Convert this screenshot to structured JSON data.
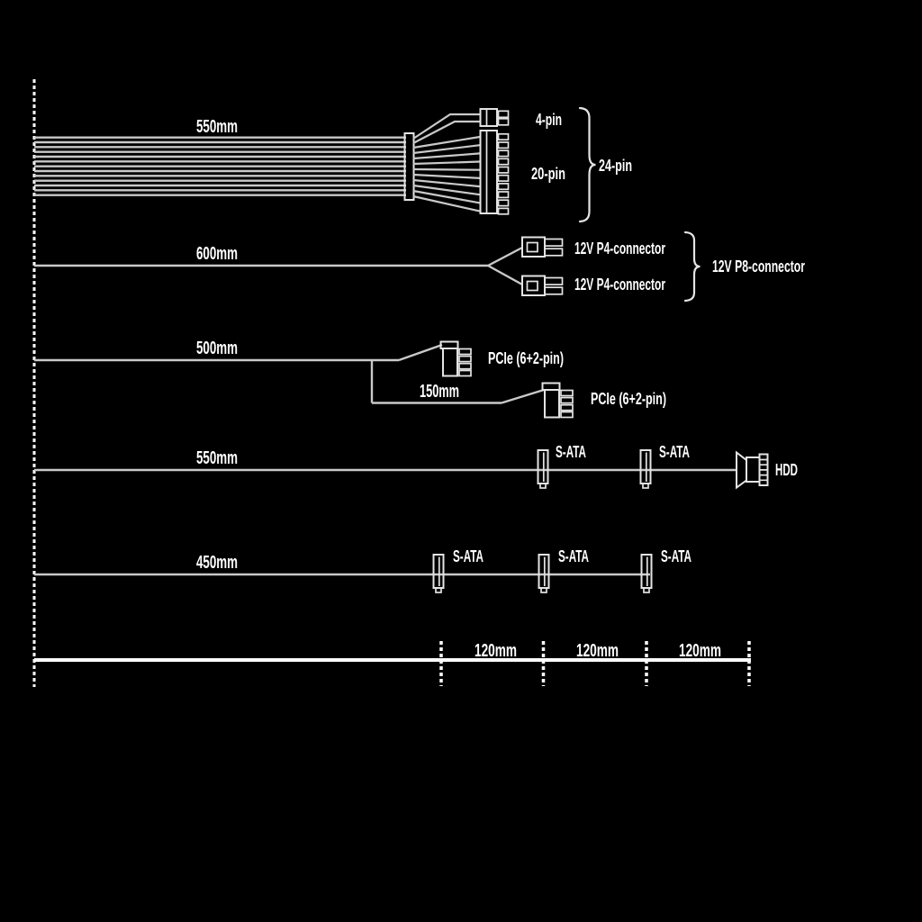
{
  "colors": {
    "background": "#000000",
    "wire": "#c9c9c9",
    "shape": "#e4e4e4",
    "bright": "#ffffff",
    "text": "#ffffff"
  },
  "cables": [
    {
      "id": "atx-24pin",
      "length": "550mm",
      "labels": {
        "top": "4-pin",
        "bottom": "20-pin",
        "brace": "24-pin"
      }
    },
    {
      "id": "cpu-12v",
      "length": "600mm",
      "labels": {
        "top": "12V P4-connector",
        "bottom": "12V P4-connector",
        "brace": "12V P8-connector"
      }
    },
    {
      "id": "pcie",
      "length": "500mm",
      "branch_length": "150mm",
      "labels": {
        "top": "PCIe (6+2-pin)",
        "bottom": "PCIe (6+2-pin)"
      }
    },
    {
      "id": "sata-hdd",
      "length": "550mm",
      "labels": {
        "conn1": "S-ATA",
        "conn2": "S-ATA",
        "end": "HDD"
      }
    },
    {
      "id": "sata",
      "length": "450mm",
      "labels": {
        "conn1": "S-ATA",
        "conn2": "S-ATA",
        "conn3": "S-ATA"
      }
    }
  ],
  "ruler": {
    "segments": [
      "120mm",
      "120mm",
      "120mm"
    ]
  }
}
